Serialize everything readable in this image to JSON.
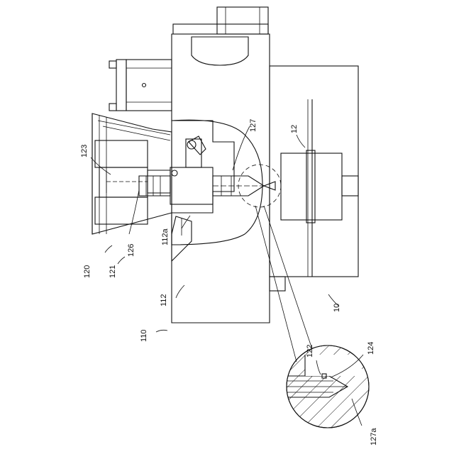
{
  "labels": {
    "l10": "10",
    "l12": "12",
    "l110": "110",
    "l112": "112",
    "l112a": "112a",
    "l120": "120",
    "l121": "121",
    "l122": "122",
    "l123": "123",
    "l124": "124",
    "l126": "126",
    "l127": "127",
    "l127a": "127a"
  },
  "colors": {
    "line": "#111111",
    "background": "#ffffff"
  }
}
